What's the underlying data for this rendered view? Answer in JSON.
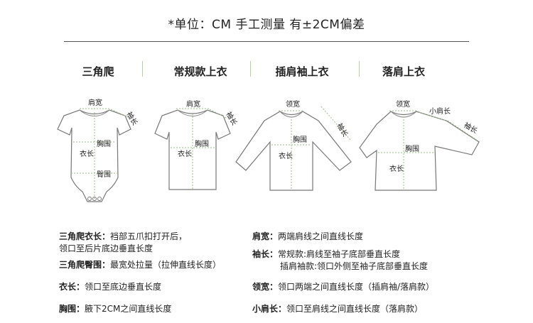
{
  "title": "*单位：CM 手工测量 有±2CM偏差",
  "categories": [
    "三角爬",
    "常规款上衣",
    "插肩袖上衣",
    "落肩上衣"
  ],
  "figures": {
    "romper": {
      "shoulder": "肩宽",
      "sleeve": "袖长",
      "chest": "胸围",
      "length": "衣长",
      "hip": "臀围"
    },
    "regular": {
      "shoulder": "肩宽",
      "sleeve": "袖长",
      "chest": "胸围",
      "length": "衣长"
    },
    "raglan": {
      "collar": "领宽",
      "sleeve": "袖长",
      "chest": "胸围",
      "length": "衣长"
    },
    "dropped": {
      "collar": "领宽",
      "small_shoulder": "小肩长",
      "sleeve": "袖长",
      "chest": "胸围",
      "length": "衣长"
    }
  },
  "notes_left": [
    {
      "key": "三角爬衣长：",
      "text": "裆部五爪扣打开后，",
      "text2": "领口至后片底边垂直长度"
    },
    {
      "key": "三角爬臀围：",
      "text": "最宽处拉量（拉伸直线长度）"
    },
    {
      "key": "衣长：",
      "text": "领口至底边垂直长度"
    },
    {
      "key": "胸围：",
      "text": "腋下2CM之间直线长度"
    }
  ],
  "notes_right": [
    {
      "key": "肩宽：",
      "text": "两端肩线之间直线长度"
    },
    {
      "key": "袖长：",
      "text": "常规款:肩线至袖子底部垂直长度",
      "text2": "插肩袖款:领口外侧至袖子底部垂直长度"
    },
    {
      "key": "领宽：",
      "text": "领口两端之间直线长度（插肩袖/落肩款）"
    },
    {
      "key": "小肩长：",
      "text": "领口至肩线之间直线长度（落肩款）"
    }
  ]
}
